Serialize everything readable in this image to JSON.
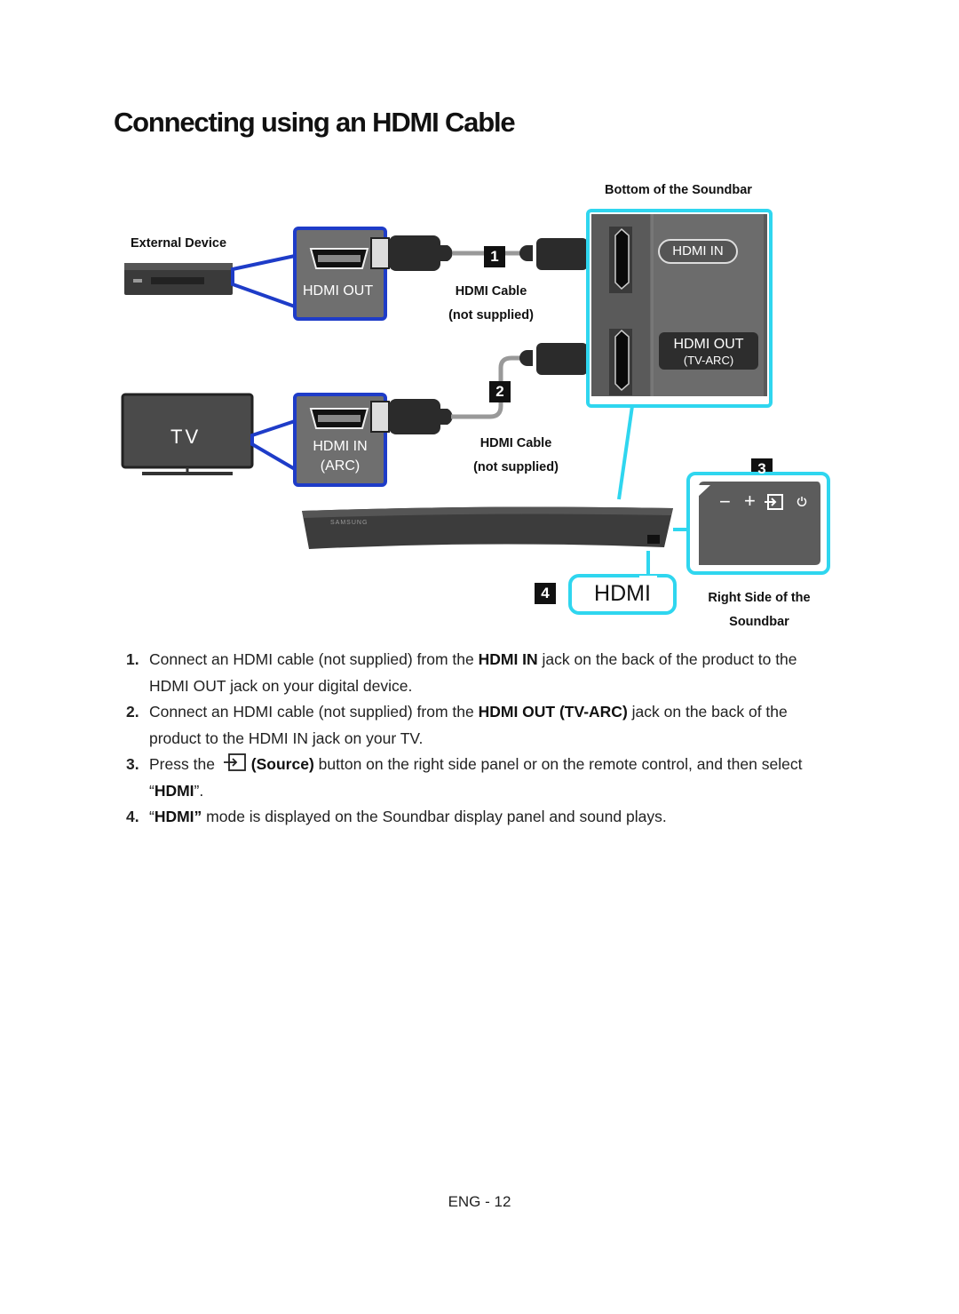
{
  "page": {
    "title": "Connecting using an HDMI Cable",
    "footer": "ENG - 12"
  },
  "diagram": {
    "bottom_label": "Bottom of the Soundbar",
    "external_device_label": "External Device",
    "tv_label": "TV",
    "hdmi_out_port": "HDMI OUT",
    "hdmi_in_port_line1": "HDMI IN",
    "hdmi_in_port_line2": "(ARC)",
    "cable1_line1": "HDMI Cable",
    "cable1_line2": "(not supplied)",
    "cable2_line1": "HDMI Cable",
    "cable2_line2": "(not supplied)",
    "soundbar_hdmi_in": "HDMI IN",
    "soundbar_hdmi_out": "HDMI OUT",
    "soundbar_tv_arc": "(TV-ARC)",
    "step_badges": [
      "1",
      "2",
      "3",
      "4"
    ],
    "display_text": "HDMI",
    "right_side_line1": "Right Side of the",
    "right_side_line2": "Soundbar",
    "brand_mark": "SAMSUNG",
    "panel_buttons": [
      "−",
      "+",
      "source-icon",
      "power-icon"
    ]
  },
  "steps": [
    {
      "num": "1.",
      "a": "Connect an HDMI cable (not supplied) from the ",
      "b": "HDMI IN",
      "c": " jack on the back of the product to the HDMI OUT jack on your digital device."
    },
    {
      "num": "2.",
      "a": "Connect an HDMI cable (not supplied) from the ",
      "b": "HDMI OUT (TV-ARC)",
      "c": " jack on the back of the product to the HDMI IN jack on your TV."
    },
    {
      "num": "3.",
      "a": "Press the ",
      "icon": "source-icon",
      "b": "(Source)",
      "c": " button on the right side panel or on the remote control, and then select “",
      "d": "HDMI",
      "e": "”."
    },
    {
      "num": "4.",
      "a": "“",
      "b": "HDMI”",
      "c": " mode is displayed on the Soundbar display panel and sound plays."
    }
  ],
  "colors": {
    "highlight_blue": "#1e3cc8",
    "highlight_cyan": "#2fd6ef",
    "port_panel": "#6f6f6f",
    "cable": "#2b2b2b"
  }
}
